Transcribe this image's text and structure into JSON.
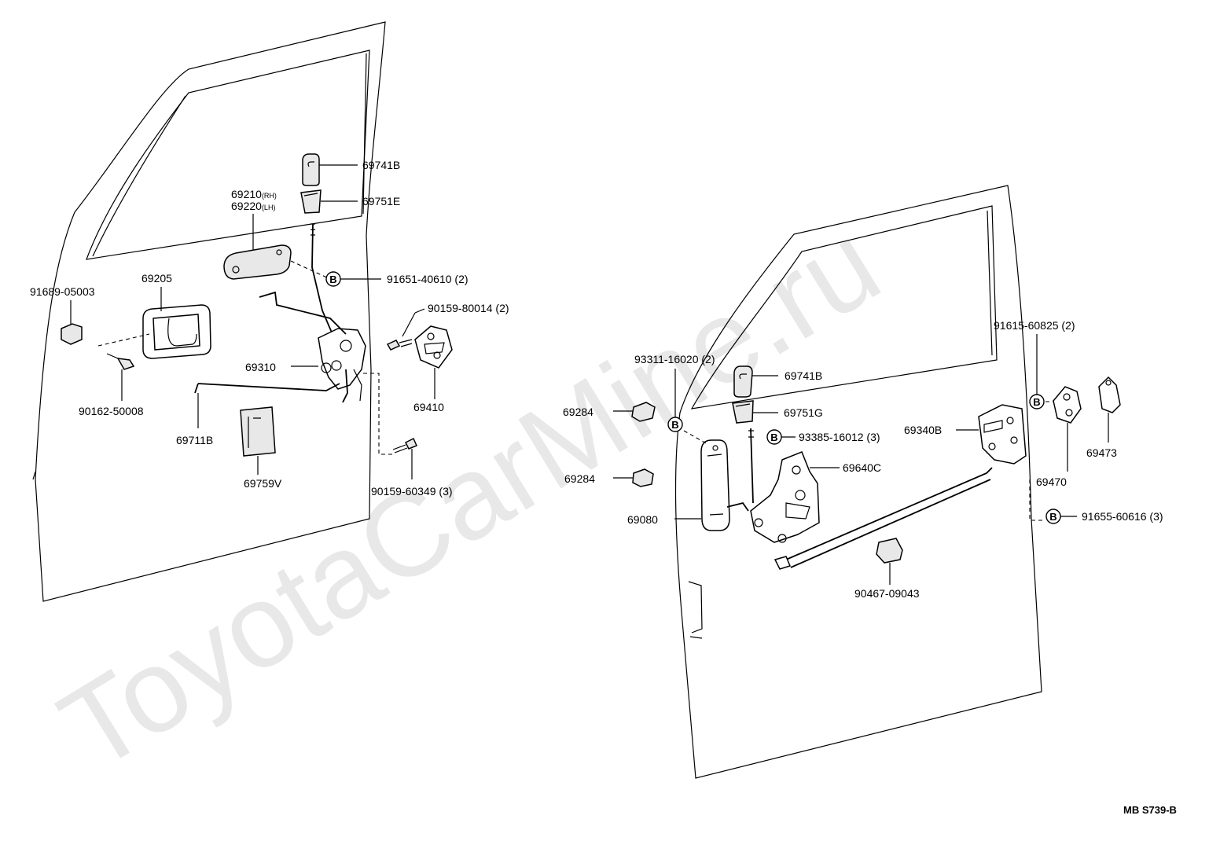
{
  "watermark": "ToyotaCarMine.ru",
  "diagram_code": "MB S739-B",
  "bolt_marker": "B",
  "labels": {
    "p69741B_l": "69741B",
    "p69751E": "69751E",
    "p69210": "69210",
    "p69210_suffix": "(RH)",
    "p69220": "69220",
    "p69220_suffix": "(LH)",
    "p91651": "91651-40610 (2)",
    "p69205": "69205",
    "p91689": "91689-05003",
    "p90159_80014": "90159-80014 (2)",
    "p69310": "69310",
    "p69410": "69410",
    "p90162": "90162-50008",
    "p69711B": "69711B",
    "p69759V": "69759V",
    "p90159_60349": "90159-60349 (3)",
    "p93311": "93311-16020 (2)",
    "p69741B_r": "69741B",
    "p69751G": "69751G",
    "p69284_a": "69284",
    "p69284_b": "69284",
    "p93385": "93385-16012 (3)",
    "p69640C": "69640C",
    "p69080": "69080",
    "p91615": "91615-60825 (2)",
    "p69340B": "69340B",
    "p69473": "69473",
    "p69470": "69470",
    "p91655": "91655-60616 (3)",
    "p90467": "90467-09043"
  }
}
